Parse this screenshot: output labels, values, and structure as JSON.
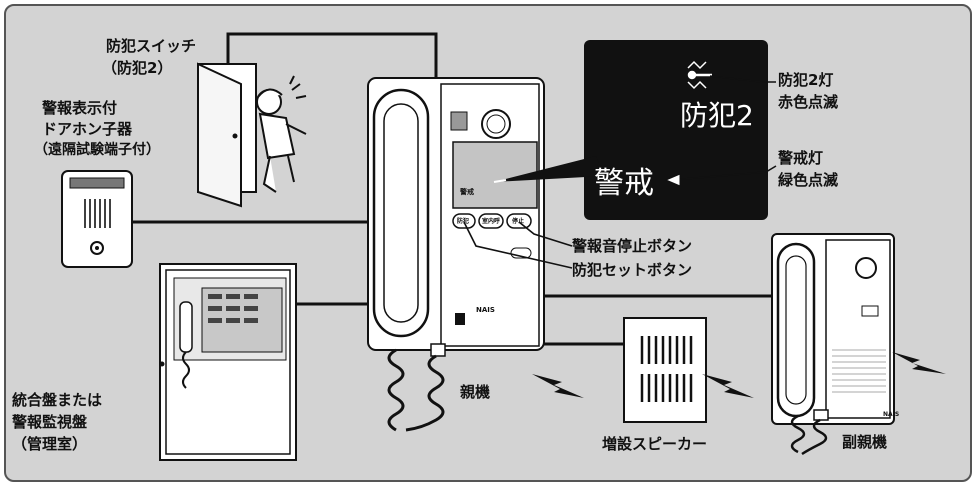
{
  "labels": {
    "crime_switch": "防犯スイッチ",
    "crime_switch_sub": "（防犯2）",
    "door_phone_1": "警報表示付",
    "door_phone_2": "ドアホン子器",
    "door_phone_3": "（遠隔試験端子付）",
    "panel_1": "統合盤または",
    "panel_2": "警報監視盤",
    "panel_3": "（管理室）",
    "parent_unit": "親機",
    "extra_speaker": "増設スピーカー",
    "sub_parent_unit": "副親機",
    "alarm_stop_button": "警報音停止ボタン",
    "crime_set_button": "防犯セットボタン"
  },
  "display_panel": {
    "crime_indicator": "防犯2",
    "guard_indicator": "警戒",
    "crime_lamp_1": "防犯2灯",
    "crime_lamp_2": "赤色点滅",
    "guard_lamp_1": "警戒灯",
    "guard_lamp_2": "緑色点滅"
  },
  "device_marks": {
    "brand": "NAIS",
    "btn_set": "防犯",
    "btn_out": "室内呼",
    "btn_stop": "停止",
    "screen_small": "警戒"
  },
  "colors": {
    "background": "#d3d3d3",
    "panel": "#111111",
    "line": "#111111"
  }
}
